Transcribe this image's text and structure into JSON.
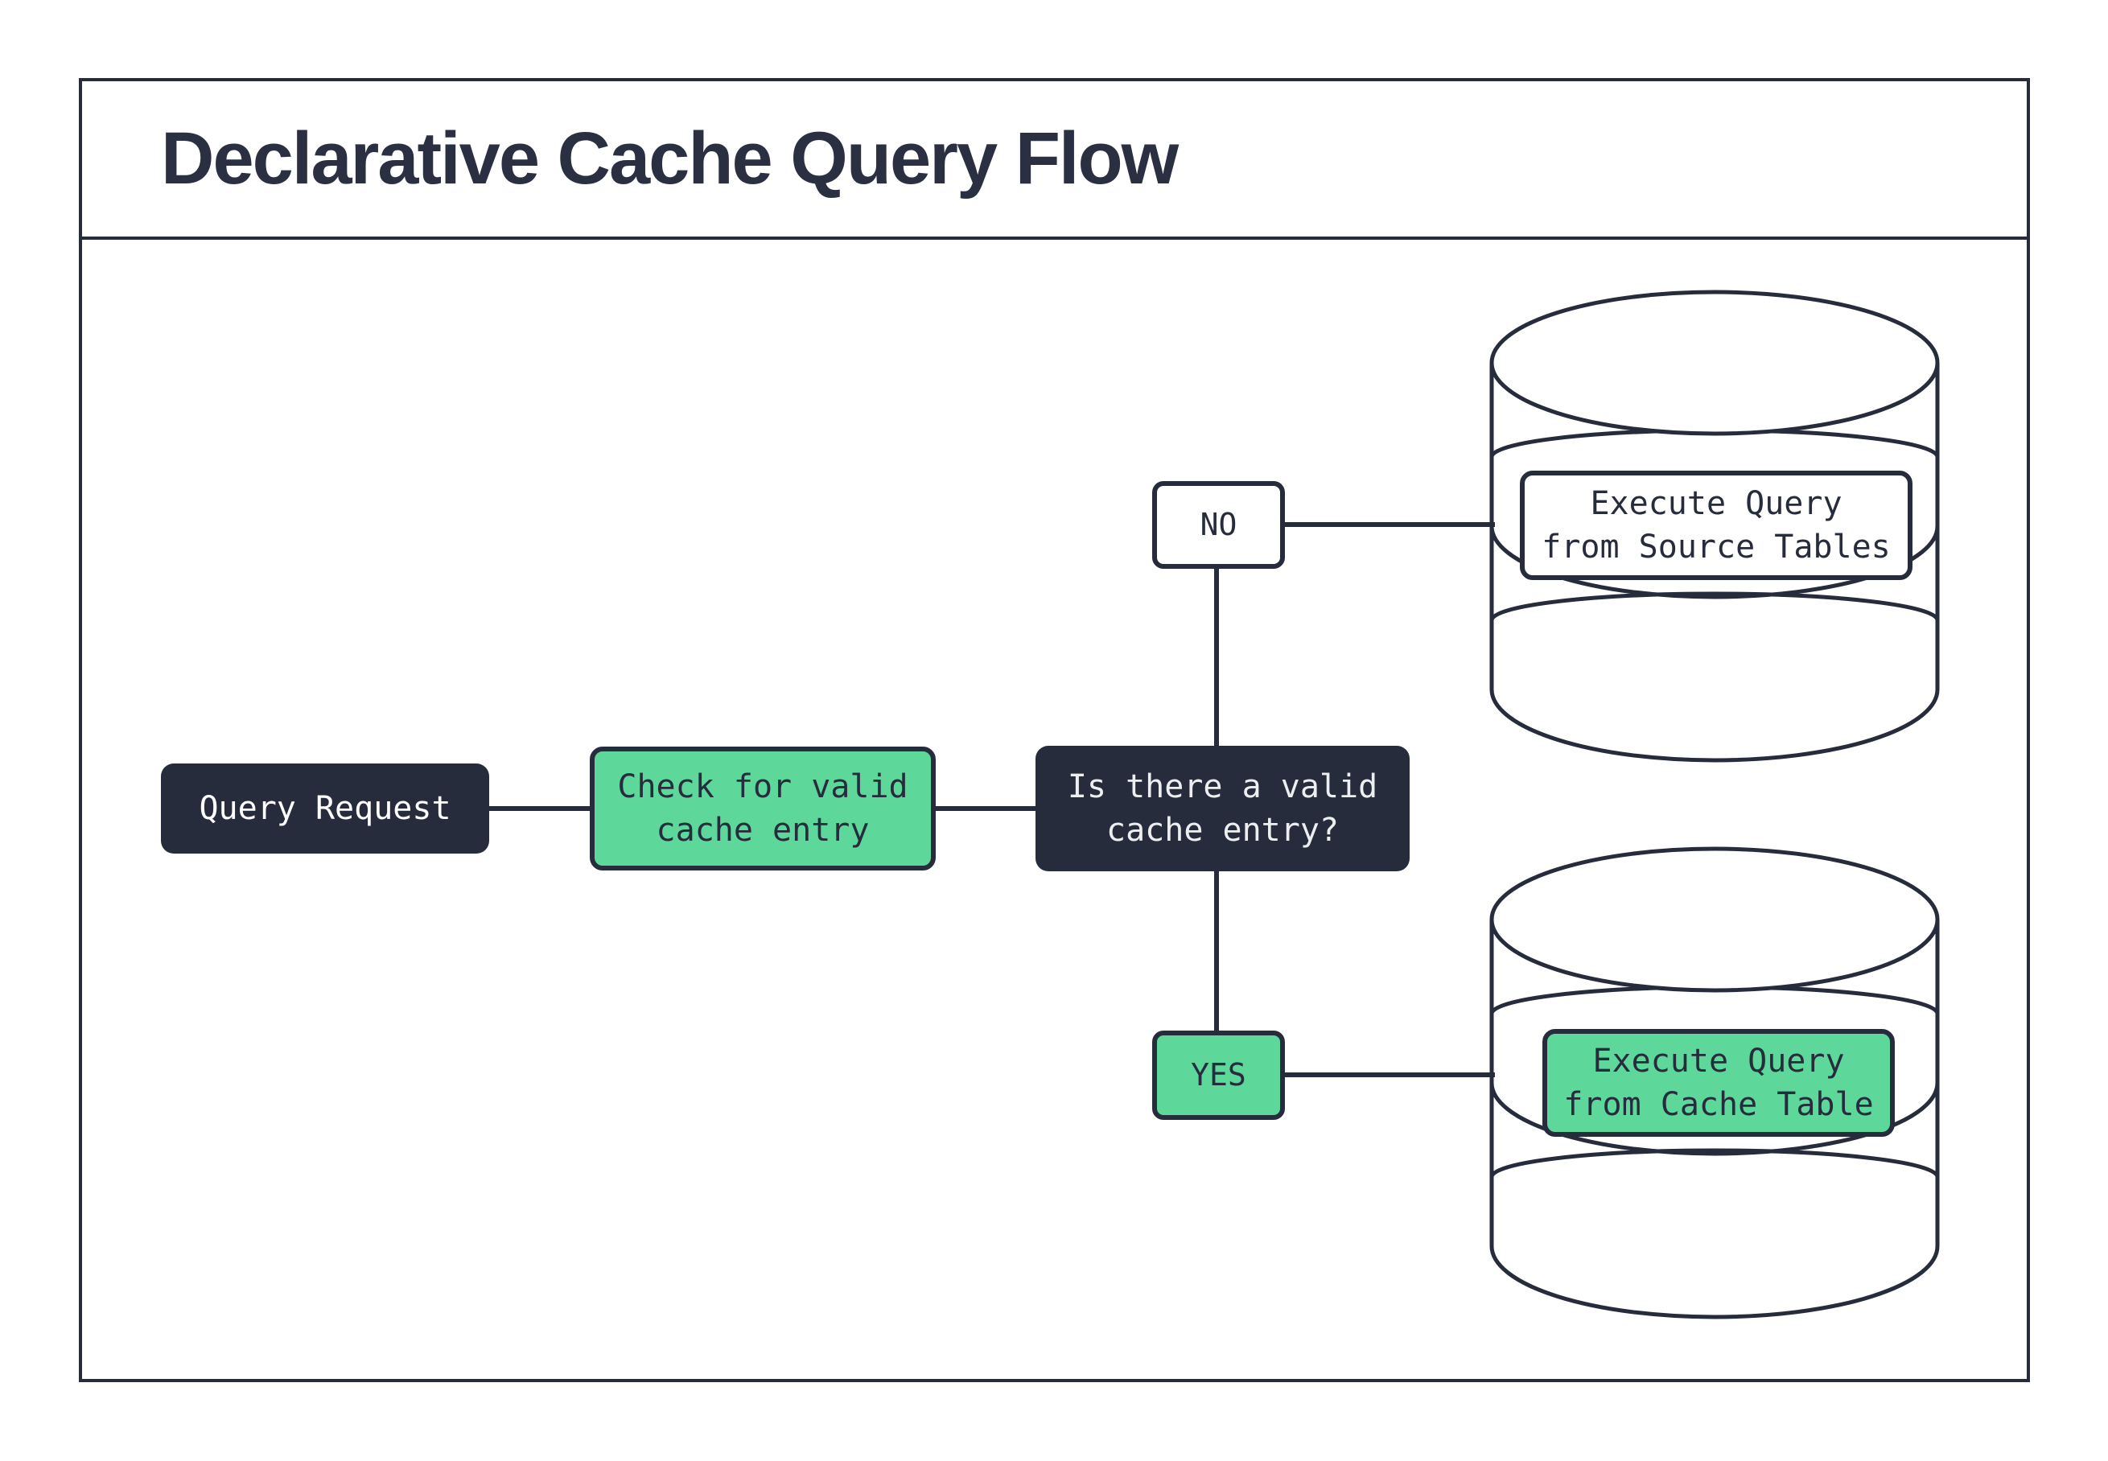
{
  "header": {
    "title": "Declarative Cache Query Flow"
  },
  "colors": {
    "dark": "#272c3d",
    "green": "#5ed79a",
    "light": "#edeef0",
    "white": "#ffffff"
  },
  "flow": {
    "nodes": {
      "query_request": {
        "label": "Query Request"
      },
      "check_cache": {
        "line1": "Check for valid",
        "line2": "cache entry"
      },
      "decision": {
        "line1": "Is there a valid",
        "line2": "cache entry?"
      },
      "branch_no": {
        "label": "NO"
      },
      "branch_yes": {
        "label": "YES"
      },
      "source_db": {
        "line1": "Execute Query",
        "line2": "from Source Tables"
      },
      "cache_db": {
        "line1": "Execute Query",
        "line2": "from Cache Table"
      }
    }
  }
}
